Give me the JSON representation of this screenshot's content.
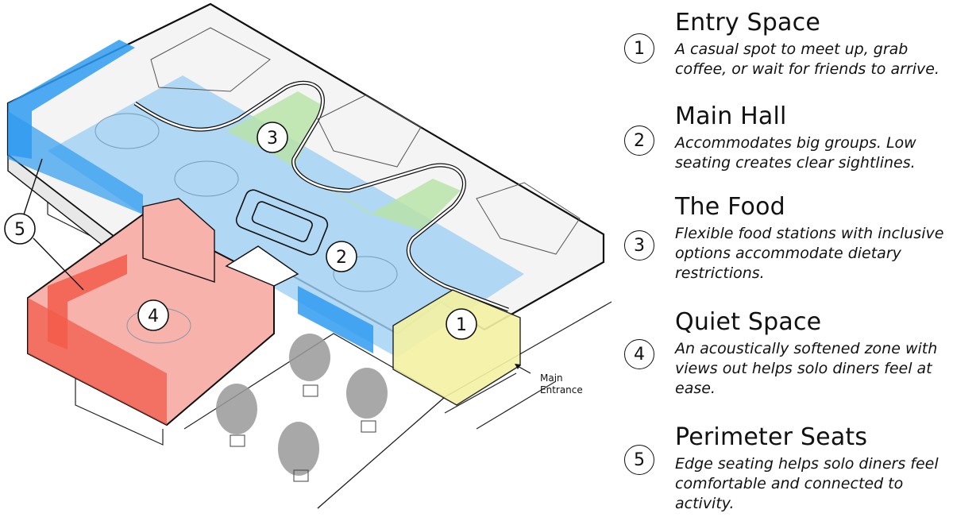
{
  "diagram": {
    "zone_markers": {
      "entry": "1",
      "main_hall": "2",
      "food": "3",
      "quiet": "4",
      "perimeter": "5"
    },
    "main_entrance_label_line1": "Main",
    "main_entrance_label_line2": "Entrance",
    "colors": {
      "perimeter_blue": "#2f9bf0",
      "main_hall_blue": "#9fd0f3",
      "food_green": "#b9e3a8",
      "quiet_red": "#f25b4a",
      "entry_yellow": "#f4f2a2"
    }
  },
  "legend": {
    "items": [
      {
        "number": "1",
        "title": "Entry Space",
        "description": "A  casual spot to meet up, grab coffee, or wait for friends to arrive."
      },
      {
        "number": "2",
        "title": "Main Hall",
        "description": "Accommodates big groups. Low seating creates clear sightlines."
      },
      {
        "number": "3",
        "title": "The Food",
        "description": "Flexible food stations with inclusive options accommodate dietary restrictions."
      },
      {
        "number": "4",
        "title": "Quiet Space",
        "description": "An acoustically softened zone with views out helps solo diners feel at ease."
      },
      {
        "number": "5",
        "title": "Perimeter Seats",
        "description": "Edge seating helps solo diners feel comfortable and connected to activity."
      }
    ]
  }
}
